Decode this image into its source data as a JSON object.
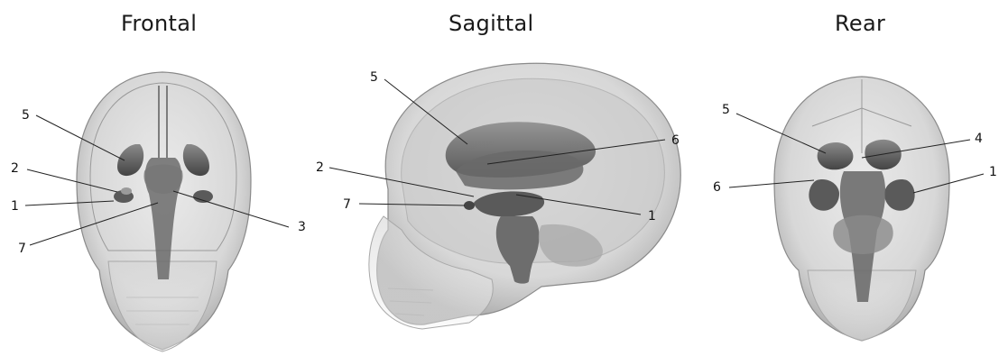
{
  "titles": {
    "frontal": "Frontal",
    "sagittal": "Sagittal",
    "rear": "Rear"
  },
  "labels": {
    "frontal": [
      "5",
      "2",
      "1",
      "7",
      "3"
    ],
    "sagittal": [
      "5",
      "6",
      "2",
      "7",
      "1"
    ],
    "rear": [
      "5",
      "4",
      "6",
      "1"
    ]
  },
  "colors": {
    "skull_fill": "#bdbdbd",
    "structure_fill": "#5c5c5c",
    "line": "#222222"
  }
}
